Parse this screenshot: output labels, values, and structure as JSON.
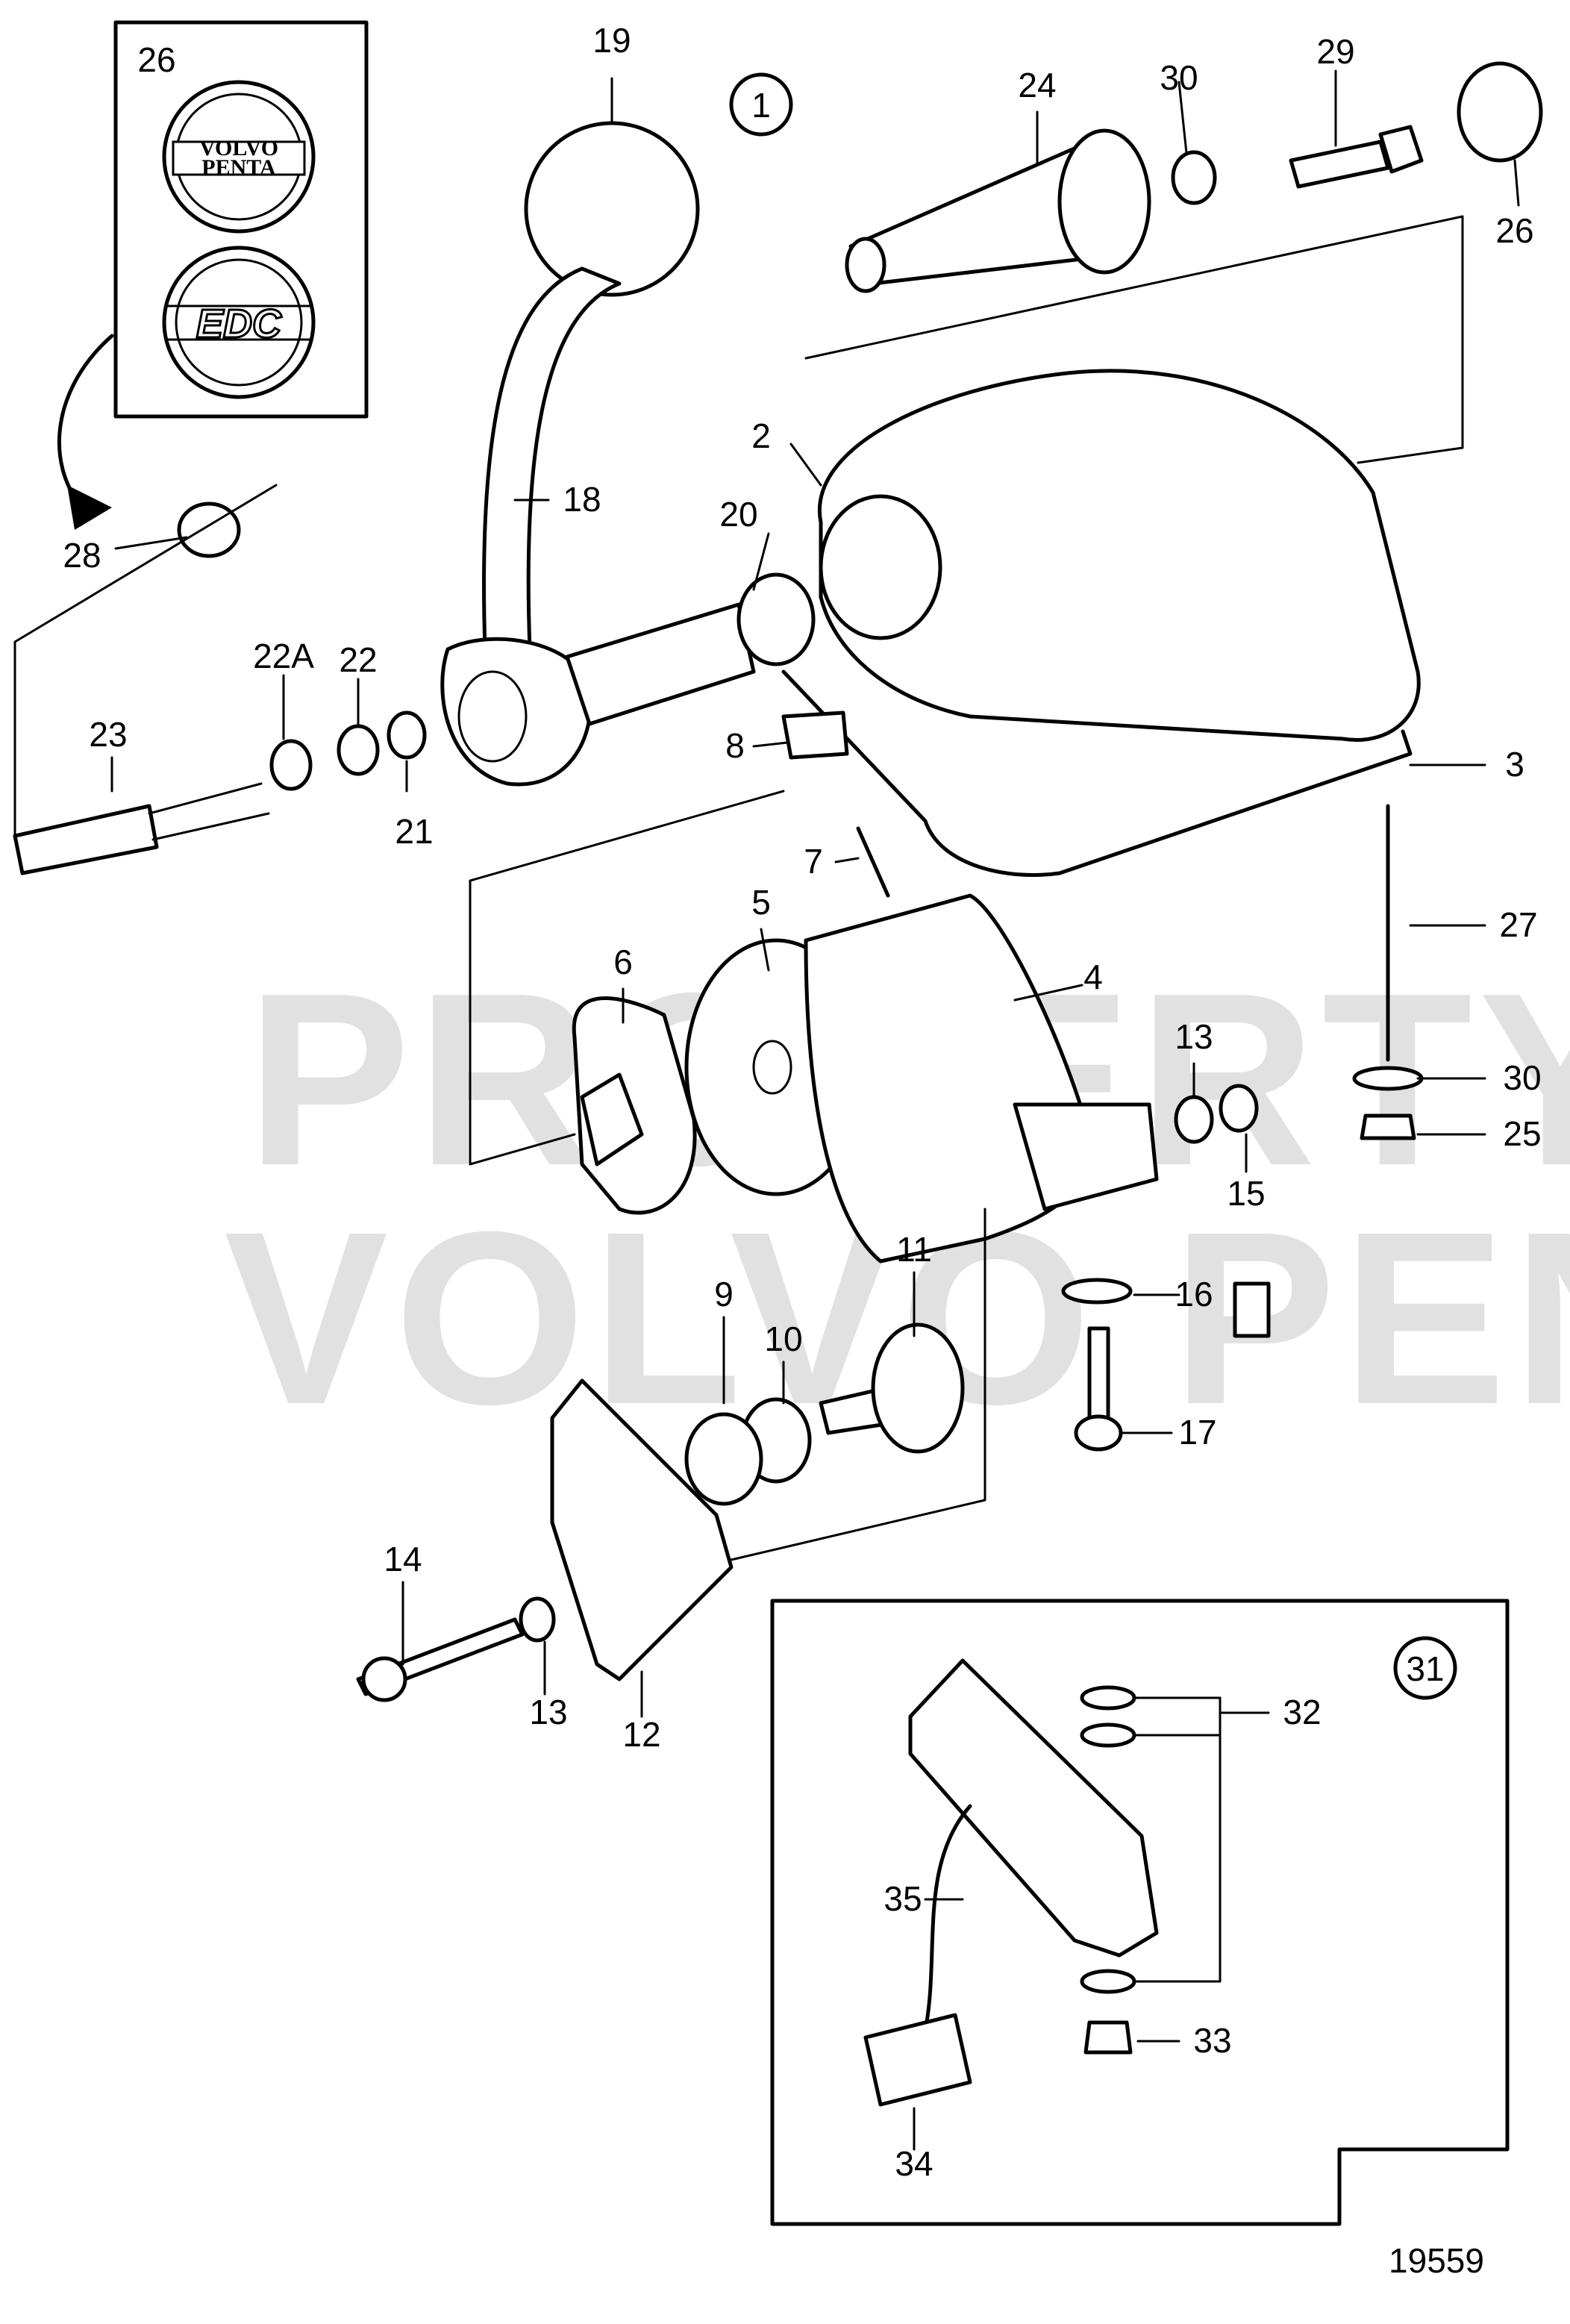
{
  "watermark": {
    "line1": "PROPERTY OF",
    "line2": "VOLVO PENTA"
  },
  "badges": {
    "volvo_line1": "VOLVO",
    "volvo_line2": "PENTA",
    "edc": "EDC"
  },
  "drawing_number": "19559",
  "callouts": {
    "c1": "1",
    "c2": "2",
    "c3": "3",
    "c4": "4",
    "c5": "5",
    "c6": "6",
    "c7": "7",
    "c8": "8",
    "c9": "9",
    "c10": "10",
    "c11": "11",
    "c12": "12",
    "c13a": "13",
    "c13b": "13",
    "c14": "14",
    "c15": "15",
    "c16": "16",
    "c17": "17",
    "c18": "18",
    "c19": "19",
    "c20": "20",
    "c21": "21",
    "c22": "22",
    "c22a": "22A",
    "c23": "23",
    "c24": "24",
    "c25": "25",
    "c26a": "26",
    "c26b": "26",
    "c27": "27",
    "c28": "28",
    "c29": "29",
    "c30a": "30",
    "c30b": "30",
    "c31": "31",
    "c32": "32",
    "c33": "33",
    "c34": "34",
    "c35": "35"
  }
}
